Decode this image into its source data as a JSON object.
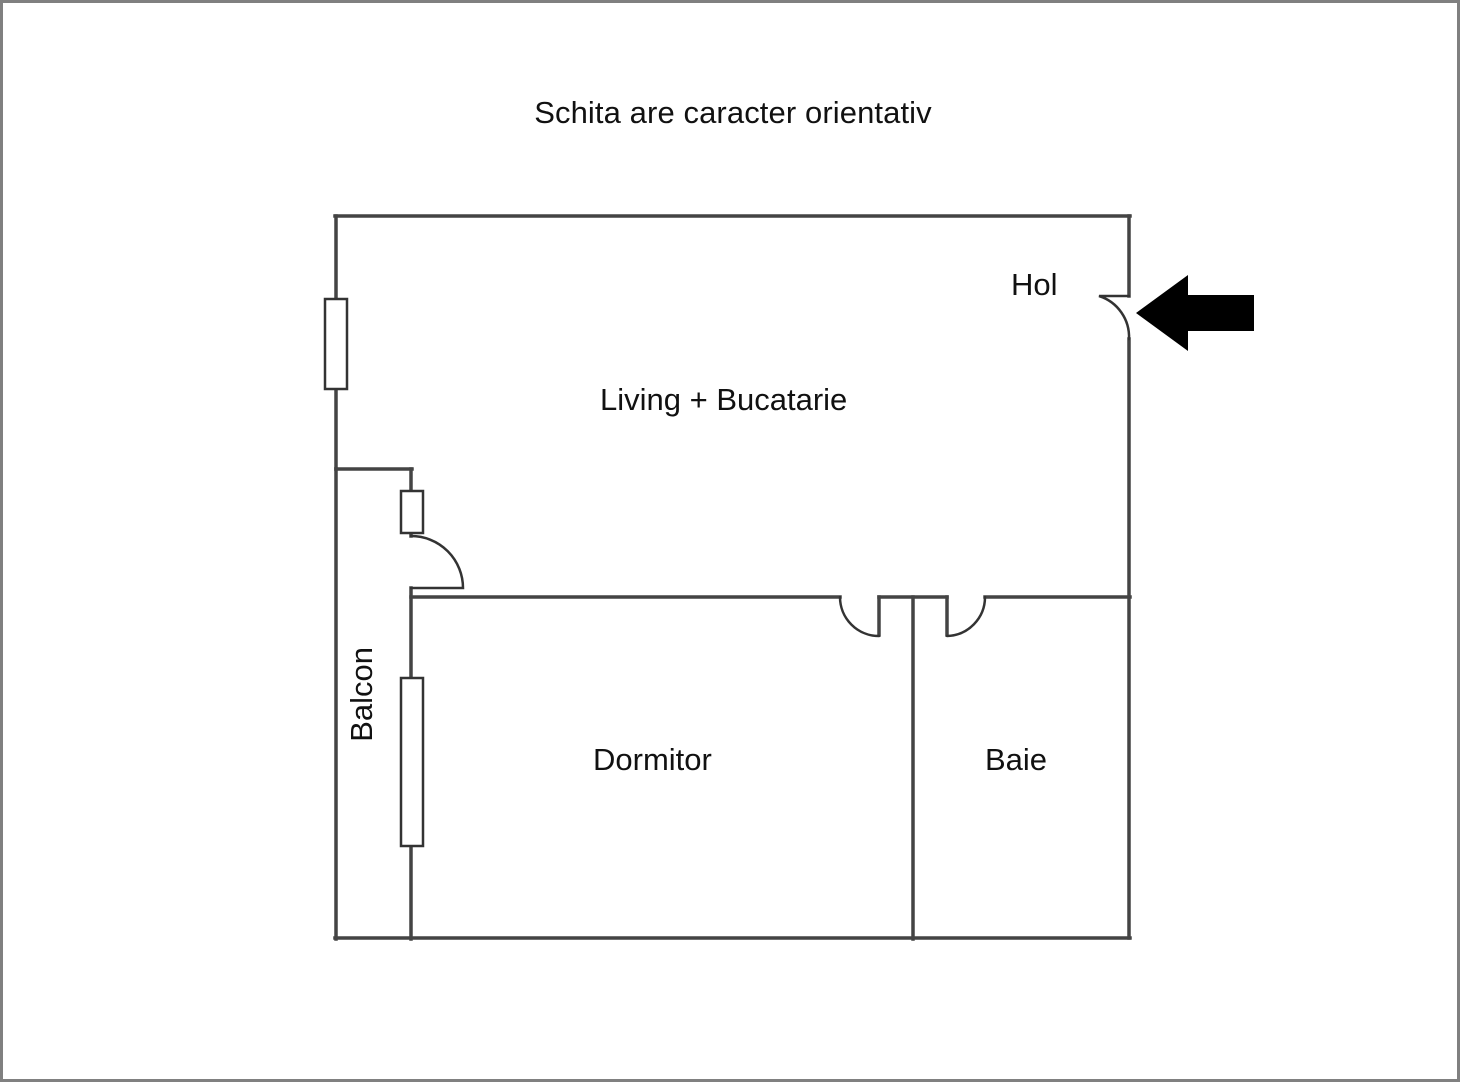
{
  "page": {
    "title": "Schita are caracter orientativ",
    "background_color": "#ffffff",
    "border_color": "#808080",
    "wall_color": "#444444",
    "text_color": "#111111",
    "arrow_color": "#000000"
  },
  "rooms": [
    {
      "id": "living",
      "label": "Living + Bucatarie"
    },
    {
      "id": "hol",
      "label": "Hol"
    },
    {
      "id": "dormitor",
      "label": "Dormitor"
    },
    {
      "id": "baie",
      "label": "Baie"
    },
    {
      "id": "balcon",
      "label": "Balcon",
      "orientation": "vertical"
    }
  ],
  "features": {
    "entrance_arrow": "entrance-arrow-icon",
    "entrance_door": "entrance-door-swing",
    "balcony_door": "balcony-door-swing",
    "dormitor_door": "dormitor-door-swing",
    "baie_door": "baie-door-swing",
    "living_window": "living-window",
    "balcony_window_small": "balcony-window-small",
    "balcony_window_tall": "balcony-window-tall"
  }
}
